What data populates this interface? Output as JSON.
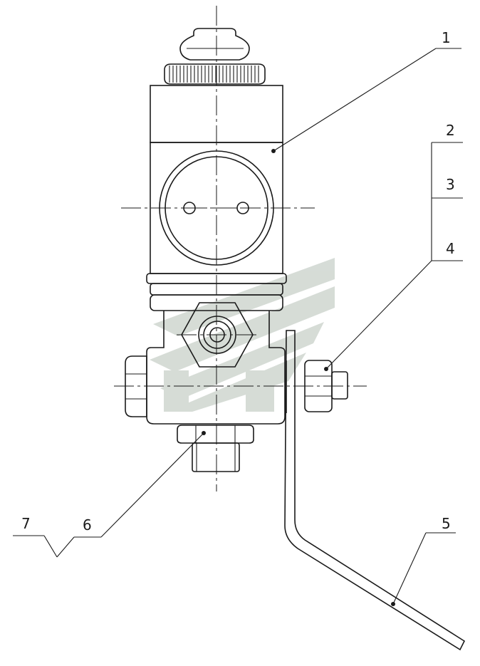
{
  "callouts": {
    "c1": "1",
    "c2": "2",
    "c3": "3",
    "c4": "4",
    "c5": "5",
    "c6": "6",
    "c7": "7"
  },
  "watermark": {
    "color": "#cfd6d0",
    "icon": "watermark-logo"
  },
  "line_color": "#1a1a1a"
}
